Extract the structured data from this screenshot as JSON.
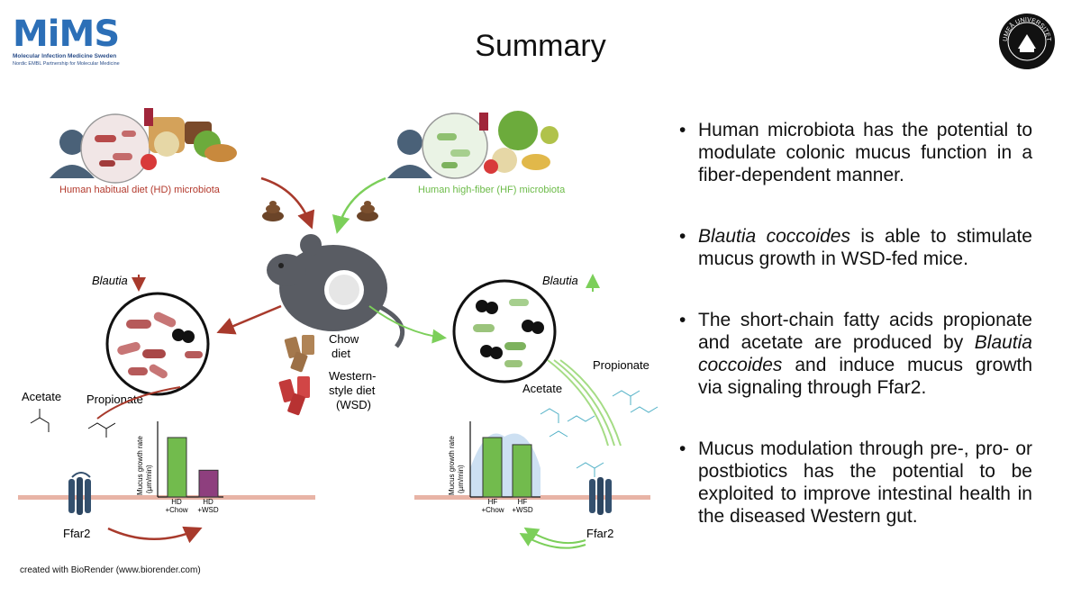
{
  "header": {
    "logo_text": "MiMS",
    "logo_subtitle_1": "Molecular Infection Medicine Sweden",
    "logo_subtitle_2": "Nordic EMBL Partnership for Molecular Medicine",
    "title": "Summary",
    "seal_text": "UMEÅ UNIVERSITET"
  },
  "diagram": {
    "hd_label": "Human habitual diet (HD) microbiota",
    "hf_label": "Human high-fiber (HF) microbiota",
    "chow_label": [
      "Chow",
      "diet"
    ],
    "wsd_label": [
      "Western-",
      "style diet",
      "(WSD)"
    ],
    "blautia_left": "Blautia",
    "blautia_right": "Blautia",
    "acetate_left": "Acetate",
    "propionate_left": "Propionate",
    "acetate_right": "Acetate",
    "propionate_right": "Propionate",
    "ffar2_left": "Ffar2",
    "ffar2_right": "Ffar2",
    "ylabel": [
      "Mucus growth rate",
      "(µm/min)"
    ],
    "left_chart_categories": [
      [
        "HD",
        "+Chow"
      ],
      [
        "HD",
        "+WSD"
      ]
    ],
    "right_chart_categories": [
      [
        "HF",
        "+Chow"
      ],
      [
        "HF",
        "+WSD"
      ]
    ],
    "colors": {
      "hd": "#c0392b",
      "hf": "#7ccf5a",
      "bar_chow": "#72bb4d",
      "bar_wsd": "#8e3f7e",
      "membrane": "#e8b4a6"
    }
  },
  "chart_data": [
    {
      "type": "bar",
      "categories": [
        "HD +Chow",
        "HD +WSD"
      ],
      "values": [
        1.0,
        0.45
      ],
      "ylabel": "Mucus growth rate (µm/min)",
      "xlabel": ""
    },
    {
      "type": "bar",
      "categories": [
        "HF +Chow",
        "HF +WSD"
      ],
      "values": [
        1.0,
        0.88
      ],
      "ylabel": "Mucus growth rate (µm/min)",
      "xlabel": ""
    }
  ],
  "bullets": [
    {
      "segments": [
        "Human microbiota has the potential to modulate colonic mucus function in a fiber-dependent manner."
      ]
    },
    {
      "italic": "Blautia coccoides",
      "rest": " is able to stimulate mucus growth in WSD-fed mice."
    },
    {
      "before": "The short-chain fatty acids propionate and acetate are produced by ",
      "italic": "Blautia coccoides",
      "after": " and induce mucus growth via signaling through Ffar2."
    },
    {
      "segments": [
        "Mucus modulation through pre-, pro- or postbiotics has the potential to be exploited to improve intestinal health in the diseased Western gut."
      ]
    }
  ],
  "footer": "created with BioRender (www.biorender.com)"
}
